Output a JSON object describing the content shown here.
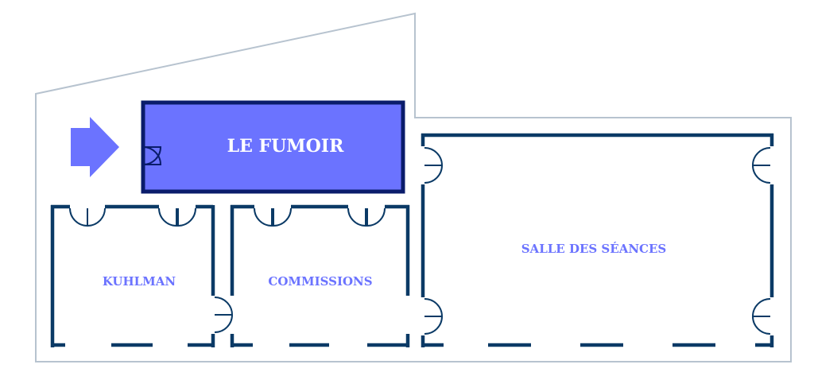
{
  "colors": {
    "outline": "#b7c3cf",
    "wall": "#0b3a66",
    "highlight_fill": "#6b73ff",
    "highlight_border": "#0a1c6b",
    "label": "#6b73ff",
    "highlight_label": "#ffffff",
    "arrow": "#6b73ff"
  },
  "rooms": {
    "fumoir": {
      "label": "LE FUMOIR",
      "highlighted": true
    },
    "kuhlman": {
      "label": "KUHLMAN"
    },
    "commissions": {
      "label": "COMMISSIONS"
    },
    "salle": {
      "label": "SALLE DES SÉANCES"
    }
  },
  "indicator": {
    "icon": "arrow-right-icon"
  }
}
